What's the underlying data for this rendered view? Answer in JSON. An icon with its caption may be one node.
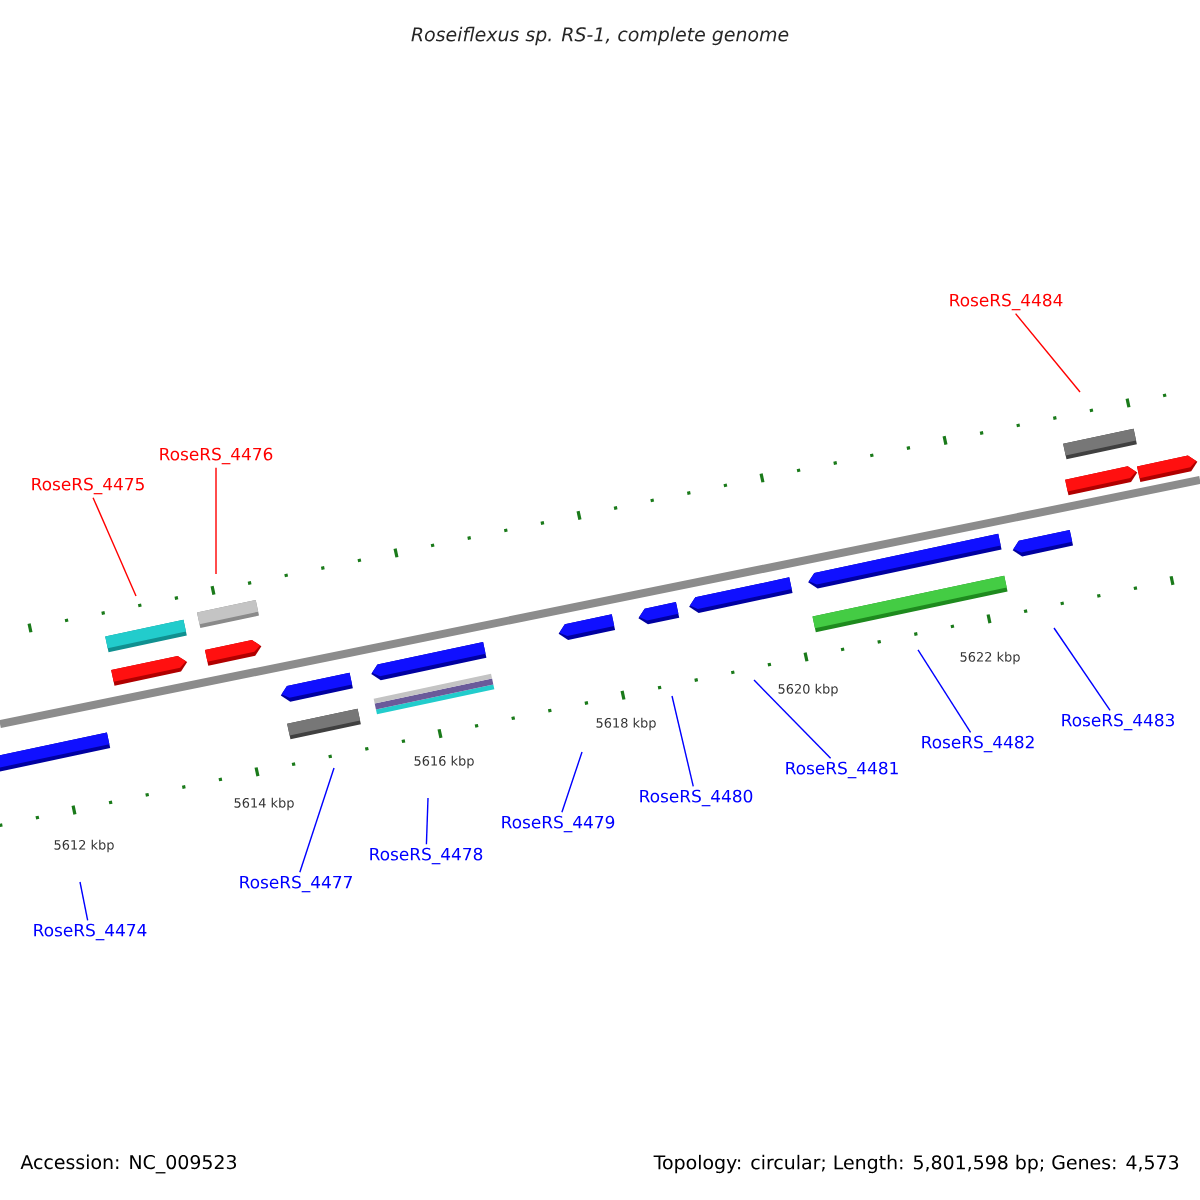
{
  "diagram": {
    "title": "Roseiflexus sp. RS-1, complete genome",
    "nodes": [
      {
        "text": [
          "RoseRS_4474"
        ]
      },
      {
        "text": [
          "RoseRS_4475"
        ]
      },
      {
        "text": [
          "RoseRS_4476"
        ]
      },
      {
        "text": [
          "RoseRS_4477"
        ]
      },
      {
        "text": [
          "RoseRS_4478"
        ]
      },
      {
        "text": [
          "RoseRS_4479"
        ]
      },
      {
        "text": [
          "RoseRS_4480"
        ]
      },
      {
        "text": [
          "RoseRS_4481"
        ]
      },
      {
        "text": [
          "RoseRS_4482"
        ]
      },
      {
        "text": [
          "RoseRS_4483"
        ]
      },
      {
        "text": [
          "RoseRS_4484"
        ]
      }
    ],
    "edges": [
      {
        "from": 0,
        "to": null,
        "arrow": "none"
      },
      {
        "from": 1,
        "to": null,
        "arrow": "none",
        "color": "#ff0000"
      },
      {
        "from": 2,
        "to": null,
        "arrow": "none",
        "color": "#ff0000"
      },
      {
        "from": 3,
        "to": null,
        "arrow": "none"
      },
      {
        "from": 4,
        "to": null,
        "arrow": "none"
      },
      {
        "from": 5,
        "to": null,
        "arrow": "none"
      },
      {
        "from": 6,
        "to": null,
        "arrow": "none"
      },
      {
        "from": 7,
        "to": null,
        "arrow": "none"
      },
      {
        "from": 8,
        "to": null,
        "arrow": "none"
      },
      {
        "from": 9,
        "to": null,
        "arrow": "none"
      },
      {
        "from": 10,
        "to": null,
        "arrow": "none",
        "color": "#ff0000"
      }
    ],
    "labels": [
      "5612 kbp",
      "5614 kbp",
      "5616 kbp",
      "5618 kbp",
      "5620 kbp",
      "5622 kbp",
      "Accession: NC_009523",
      "Topology: circular; Length: 5,801,598 bp; Genes: 4,573"
    ]
  }
}
